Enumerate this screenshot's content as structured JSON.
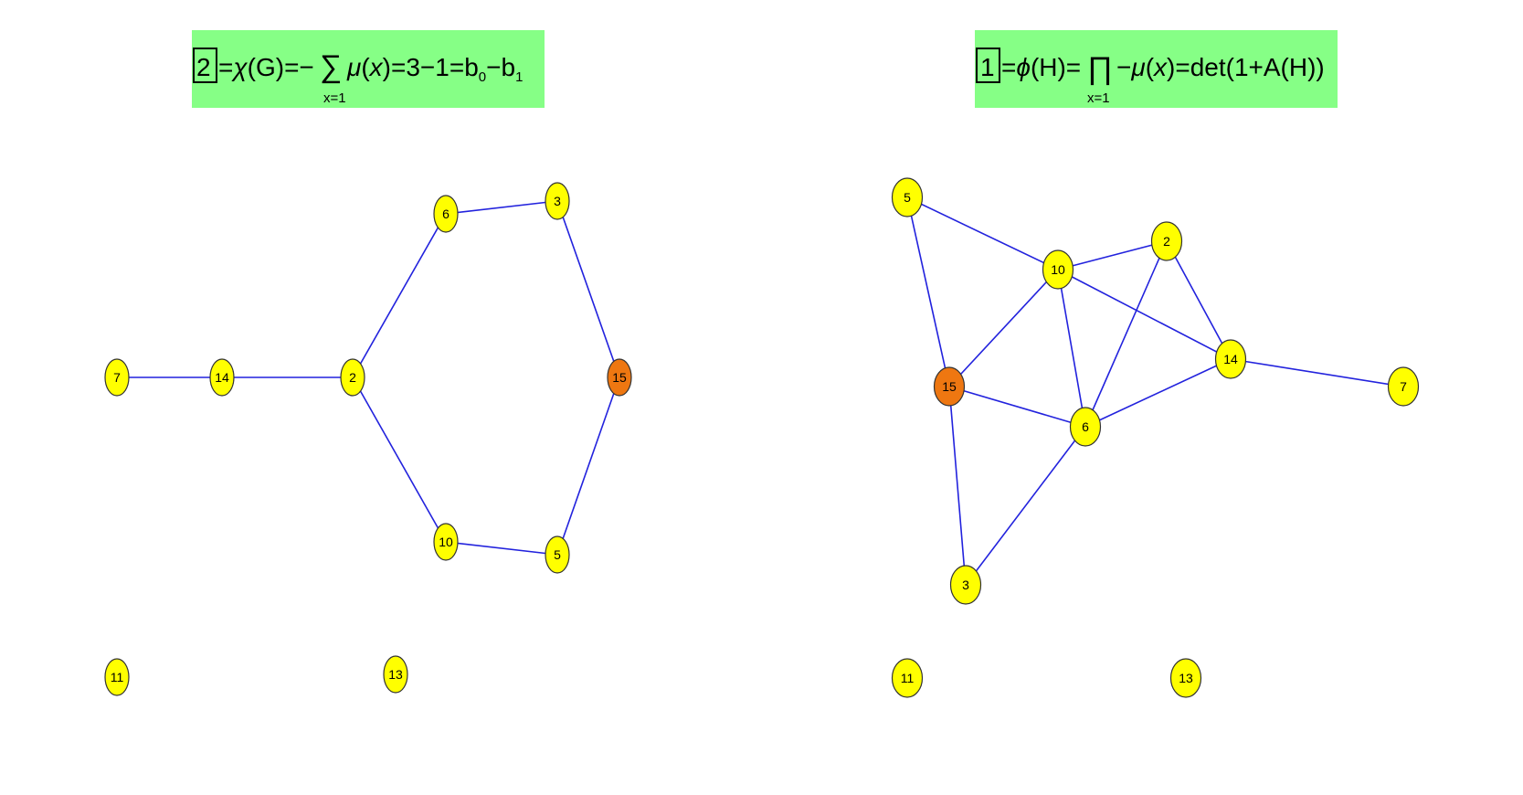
{
  "colors": {
    "formula_bg": "#86ff86",
    "edge": "#2222dd",
    "node_default": "#ffff00",
    "node_highlight": "#ee7711",
    "node_stroke": "#333333"
  },
  "left_panel": {
    "formula": {
      "boxed_value": "2",
      "part1": "=",
      "part1_italic": "χ",
      "part2": "(G)=−",
      "operator": "∑",
      "operator_sub": "x=1",
      "part3_italic": "μ",
      "part4": "(",
      "part4_italic": "x",
      "part5": ")=3−1=b",
      "sub0": "0",
      "part6": "−b",
      "sub1": "1"
    },
    "graph": {
      "nodes": [
        {
          "id": "7",
          "highlight": false
        },
        {
          "id": "14",
          "highlight": false
        },
        {
          "id": "2",
          "highlight": false
        },
        {
          "id": "6",
          "highlight": false
        },
        {
          "id": "3",
          "highlight": false
        },
        {
          "id": "15",
          "highlight": true
        },
        {
          "id": "5",
          "highlight": false
        },
        {
          "id": "10",
          "highlight": false
        },
        {
          "id": "11",
          "highlight": false
        },
        {
          "id": "13",
          "highlight": false
        }
      ],
      "edges": [
        [
          "7",
          "14"
        ],
        [
          "14",
          "2"
        ],
        [
          "2",
          "6"
        ],
        [
          "6",
          "3"
        ],
        [
          "3",
          "15"
        ],
        [
          "15",
          "5"
        ],
        [
          "5",
          "10"
        ],
        [
          "10",
          "2"
        ]
      ]
    }
  },
  "right_panel": {
    "formula": {
      "boxed_value": "1",
      "part1": "=",
      "part1_italic": "ϕ",
      "part2": "(H)=",
      "operator": "∏",
      "operator_sub": "x=1",
      "part3": "−",
      "part3_italic": "μ",
      "part4": "(",
      "part4_italic": "x",
      "part5": ")=det(1+A(H))"
    },
    "graph": {
      "nodes": [
        {
          "id": "5",
          "highlight": false
        },
        {
          "id": "10",
          "highlight": false
        },
        {
          "id": "2",
          "highlight": false
        },
        {
          "id": "14",
          "highlight": false
        },
        {
          "id": "7",
          "highlight": false
        },
        {
          "id": "15",
          "highlight": true
        },
        {
          "id": "6",
          "highlight": false
        },
        {
          "id": "3",
          "highlight": false
        },
        {
          "id": "11",
          "highlight": false
        },
        {
          "id": "13",
          "highlight": false
        }
      ],
      "edges": [
        [
          "5",
          "10"
        ],
        [
          "5",
          "15"
        ],
        [
          "10",
          "2"
        ],
        [
          "10",
          "15"
        ],
        [
          "10",
          "6"
        ],
        [
          "10",
          "14"
        ],
        [
          "2",
          "14"
        ],
        [
          "2",
          "6"
        ],
        [
          "14",
          "6"
        ],
        [
          "14",
          "7"
        ],
        [
          "15",
          "6"
        ],
        [
          "15",
          "3"
        ],
        [
          "6",
          "3"
        ]
      ]
    }
  }
}
